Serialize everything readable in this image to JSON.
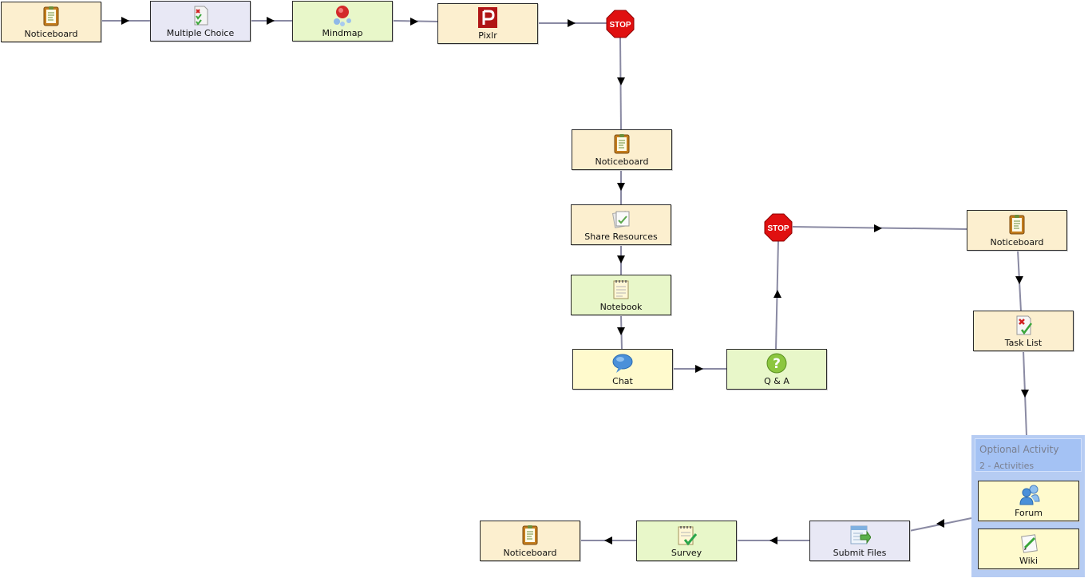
{
  "activities": {
    "noticeboard_1": "Noticeboard",
    "multiple_choice": "Multiple Choice",
    "mindmap": "Mindmap",
    "pixlr": "Pixlr",
    "noticeboard_2": "Noticeboard",
    "share_resources": "Share Resources",
    "notebook": "Notebook",
    "chat": "Chat",
    "qa": "Q & A",
    "noticeboard_3": "Noticeboard",
    "task_list": "Task List",
    "submit_files": "Submit Files",
    "survey": "Survey",
    "noticeboard_4": "Noticeboard"
  },
  "optional_activity": {
    "title": "Optional Activity",
    "count": "2 - Activities",
    "forum": "Forum",
    "wiki": "Wiki"
  },
  "stop_gates": {
    "gate_1": "STOP",
    "gate_2": "STOP"
  },
  "colors": {
    "tan": "#fcefcf",
    "lavender": "#e8e8f5",
    "green": "#e8f7c9",
    "yellow": "#fffacd",
    "edge": "#8a8aa3",
    "stop_red": "#e01010"
  }
}
